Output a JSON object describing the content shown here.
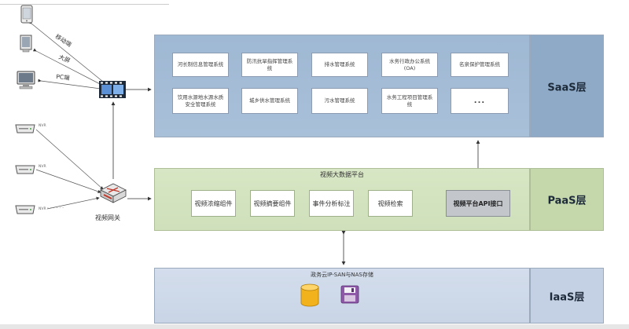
{
  "layers": {
    "saas": {
      "label": "SaaS层",
      "systems_row1": [
        "河长制信息管理系统",
        "防汛抗旱指挥管理系统",
        "排水管理系统",
        "水务行政办公系统(OA)",
        "名泉保护管理系统"
      ],
      "systems_row2": [
        "饮用水源地水源水质安全管理系统",
        "城乡供水管理系统",
        "污水管理系统",
        "水务工程项目管理系统",
        "..."
      ]
    },
    "paas": {
      "label": "PaaS层",
      "title": "视频大数据平台",
      "components": [
        "视频浓缩组件",
        "视频摘要组件",
        "事件分析标注",
        "视频检索"
      ],
      "api": "视频平台API接口"
    },
    "iaas": {
      "label": "IaaS层",
      "title": "政务云IP-SAN与NAS存储"
    }
  },
  "terminals": {
    "mobile": "移动端",
    "bigscreen": "大屏",
    "pc": "PC端"
  },
  "nvr": {
    "label": "NVR",
    "dots": "· · · · · ·"
  },
  "gateway": {
    "label": "视频网关"
  },
  "icons": {
    "mobile": "mobile-icon",
    "monitor": "monitor-icon",
    "pc": "pc-icon",
    "nvr": "nvr-icon",
    "film": "film-strip-icon",
    "router": "router-icon",
    "database": "database-icon",
    "storage": "storage-icon"
  }
}
